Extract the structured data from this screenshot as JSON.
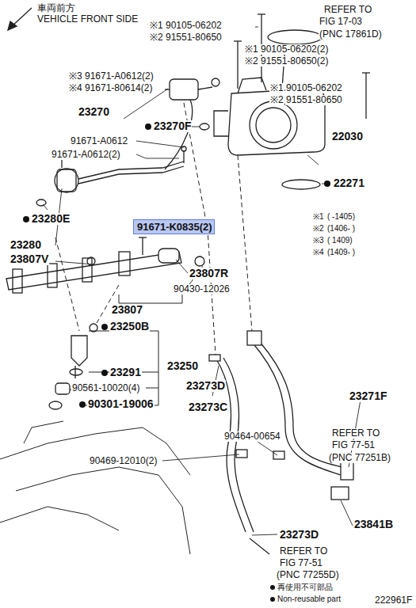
{
  "diagram": {
    "nodes": [
      {
        "text": [
          "91671-K0835(2)"
        ]
      }
    ],
    "labels": [
      "車両前方",
      "VEHICLE FRONT SIDE",
      "※1",
      "90105-06202",
      "※2",
      "91551-80650",
      "REFER TO",
      "FIG 17-03",
      "(PNC 17861D)",
      "※1",
      "90105-06202(2)",
      "※2",
      "91551-80650(2)",
      "※3",
      "91671-A0612(2)",
      "※4",
      "91671-80614(2)",
      "※1",
      "90105-06202",
      "※2",
      "91551-80650",
      "23270",
      "23270F",
      "22030",
      "91671-A0612",
      "91671-A0612(2)",
      "22271",
      "23280E",
      "※1",
      "( -1405)",
      "※2",
      "(1406- )",
      "※3",
      "( 1409)",
      "※4",
      "(1409- )",
      "23280",
      "23807V",
      "23807R",
      "90430-12026",
      "23807",
      "23250B",
      "23250",
      "23291",
      "90561-10020(4)",
      "90301-19006",
      "23273D",
      "23271F",
      "23273C",
      "90464-00654",
      "REFER TO",
      "FIG 77-51",
      "(PNC 77251B)",
      "90469-12010(2)",
      "23841B",
      "23273D",
      "REFER TO",
      "FIG 77-51",
      "(PNC 77255D)",
      "222961F"
    ],
    "legend": [
      {
        "text": "再使用不可部品"
      },
      {
        "text": "Non-reusable part"
      }
    ]
  }
}
